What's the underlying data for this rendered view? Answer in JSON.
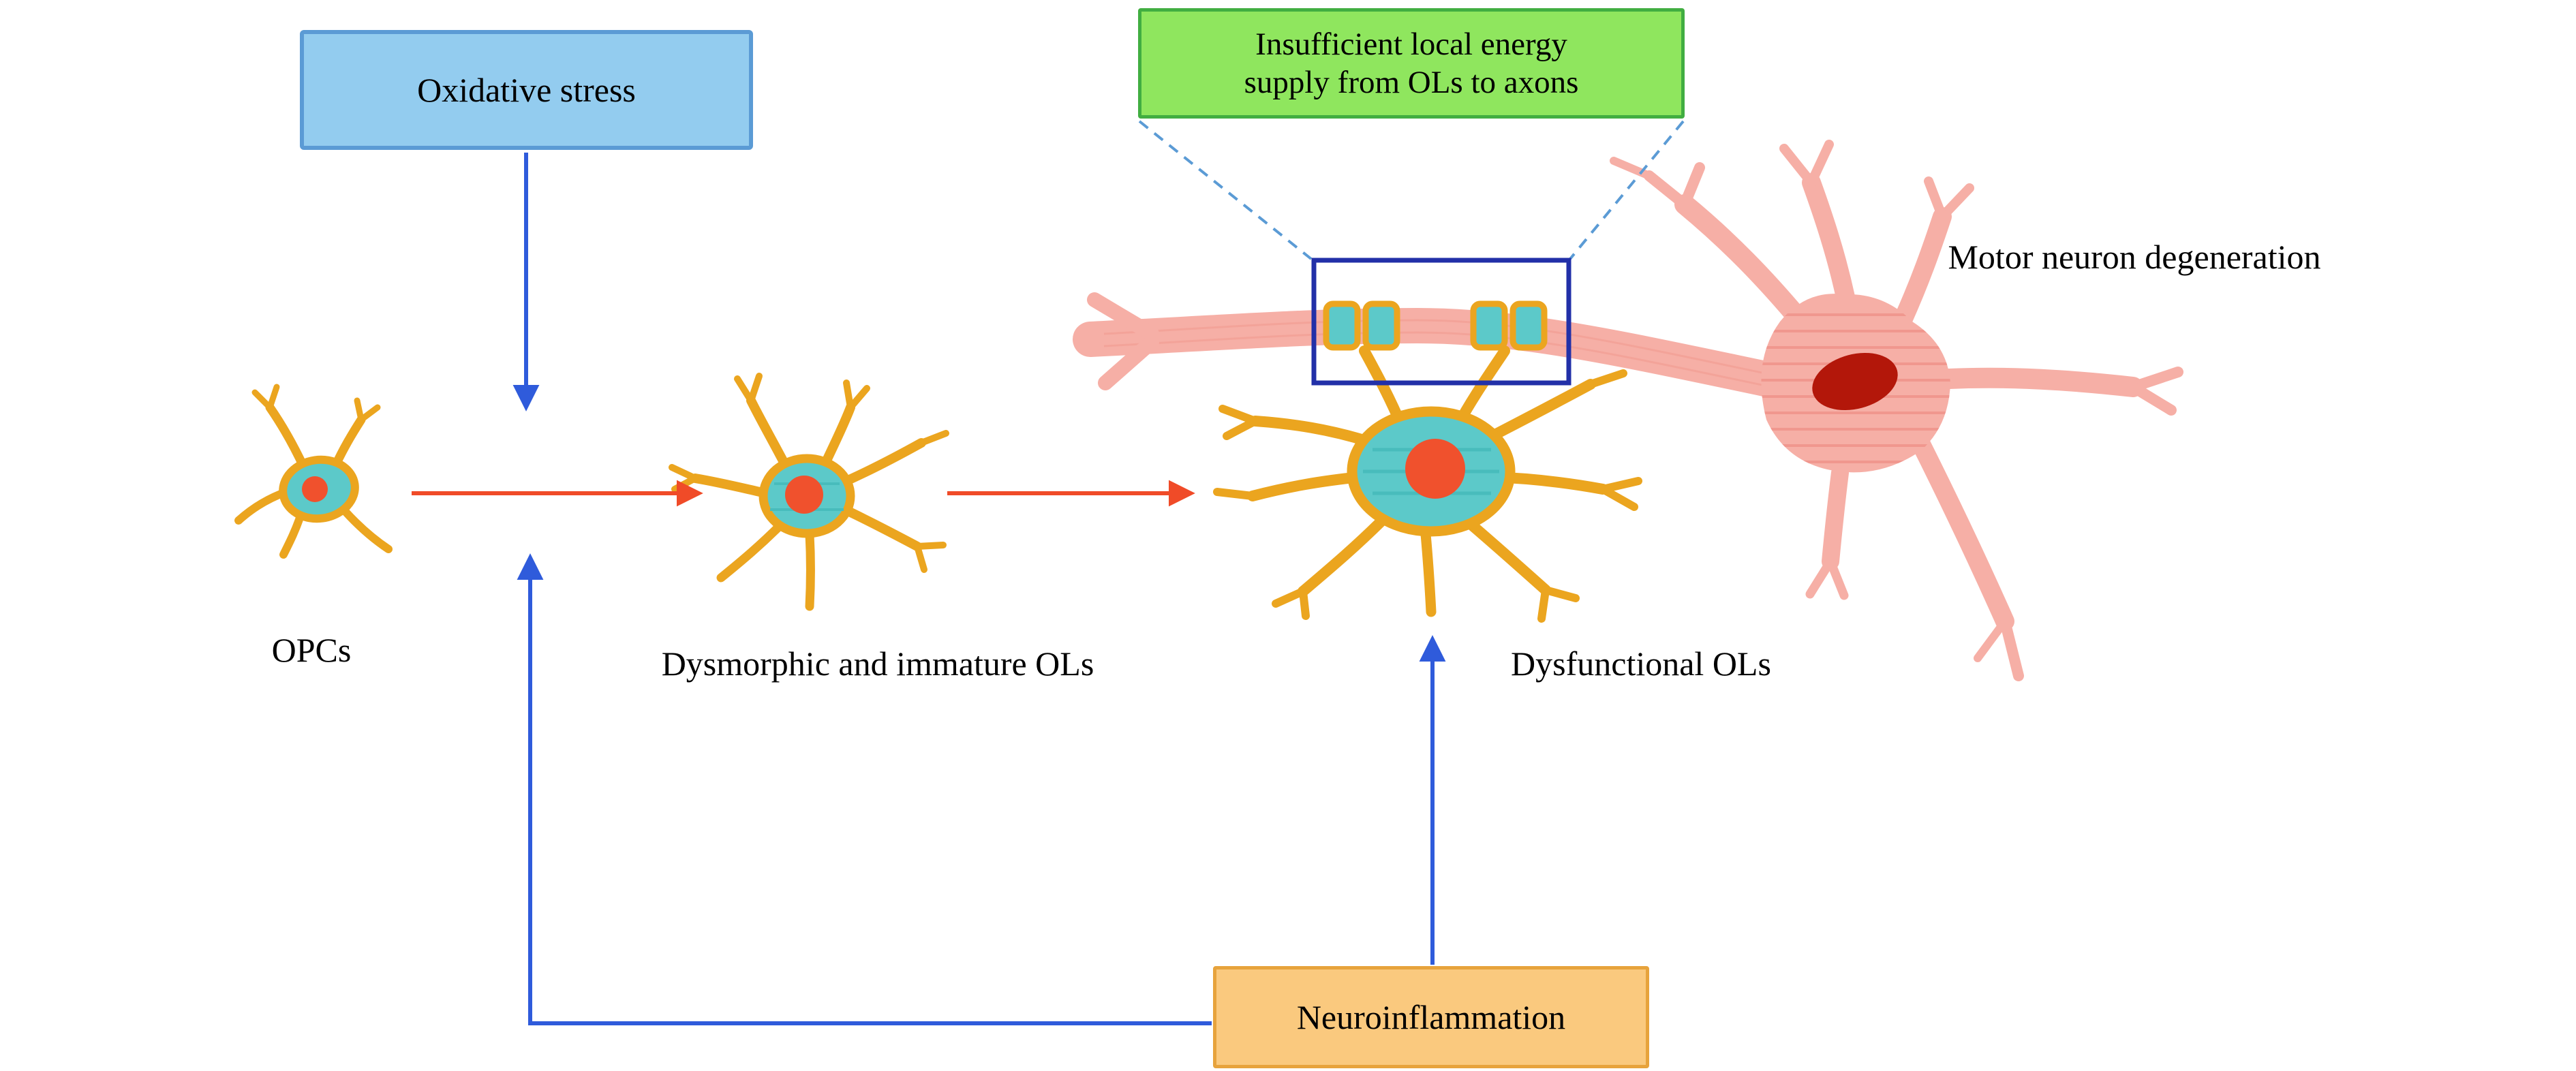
{
  "figure": {
    "description": "Pathway diagram of oligodendrocyte dysfunction leading to motor neuron degeneration"
  },
  "boxes": {
    "oxidative_stress": {
      "label": "Oxidative stress",
      "fill": "#93CCEF",
      "border": "#5B9BD5"
    },
    "energy_supply": {
      "line1": "Insufficient local energy",
      "line2": "supply from OLs to axons",
      "fill": "#8FE65E",
      "border": "#41AE41"
    },
    "neuroinflammation": {
      "label": "Neuroinflammation",
      "fill": "#FAC97E",
      "border": "#E7A33C"
    }
  },
  "labels": {
    "motor_neuron_degeneration": "Motor neuron degeneration",
    "opcs": "OPCs",
    "dysmorphic_ols": "Dysmorphic and immature OLs",
    "dysfunctional_ols": "Dysfunctional OLs"
  },
  "icons": {
    "opc_cell": "opc-cell-icon",
    "dysmorphic_ol_cell": "dysmorphic-ol-cell-icon",
    "dysfunctional_ol_cell": "dysfunctional-ol-cell-icon",
    "motor_neuron": "motor-neuron-icon",
    "myelin_contacts": "myelin-contact-icon",
    "zoom_rectangle": "zoom-region-rectangle"
  },
  "colors": {
    "red_arrow": "#F04B28",
    "blue_arrow": "#2F5BDB",
    "dashed_line": "#5B9BD5",
    "zoom_rect_border": "#2230A8",
    "cell_body": "#5CC9C9",
    "cell_branch": "#EBA51F",
    "cell_nucleus": "#F0512D",
    "neuron_body": "#F6AFA6",
    "neuron_stripe": "#F0978E",
    "neuron_nucleus": "#B3170A"
  }
}
